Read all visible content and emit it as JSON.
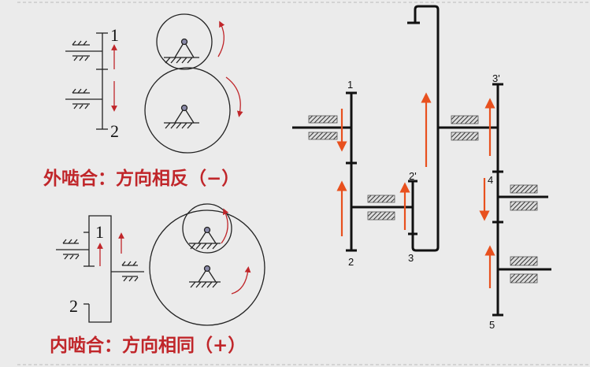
{
  "external_mesh": {
    "caption": "外啮合：方向相反（−）",
    "gear_labels": [
      "1",
      "2"
    ]
  },
  "internal_mesh": {
    "caption": "内啮合：方向相同（+）",
    "gear_labels": [
      "1",
      "2"
    ]
  },
  "gear_train": {
    "gear_labels": [
      "1",
      "2",
      "2'",
      "3",
      "3'",
      "4",
      "5"
    ]
  },
  "colors": {
    "caption": "#c0262a",
    "arrow_left": "#c0262a",
    "arrow_right": "#e8501e",
    "line": "#111111"
  }
}
